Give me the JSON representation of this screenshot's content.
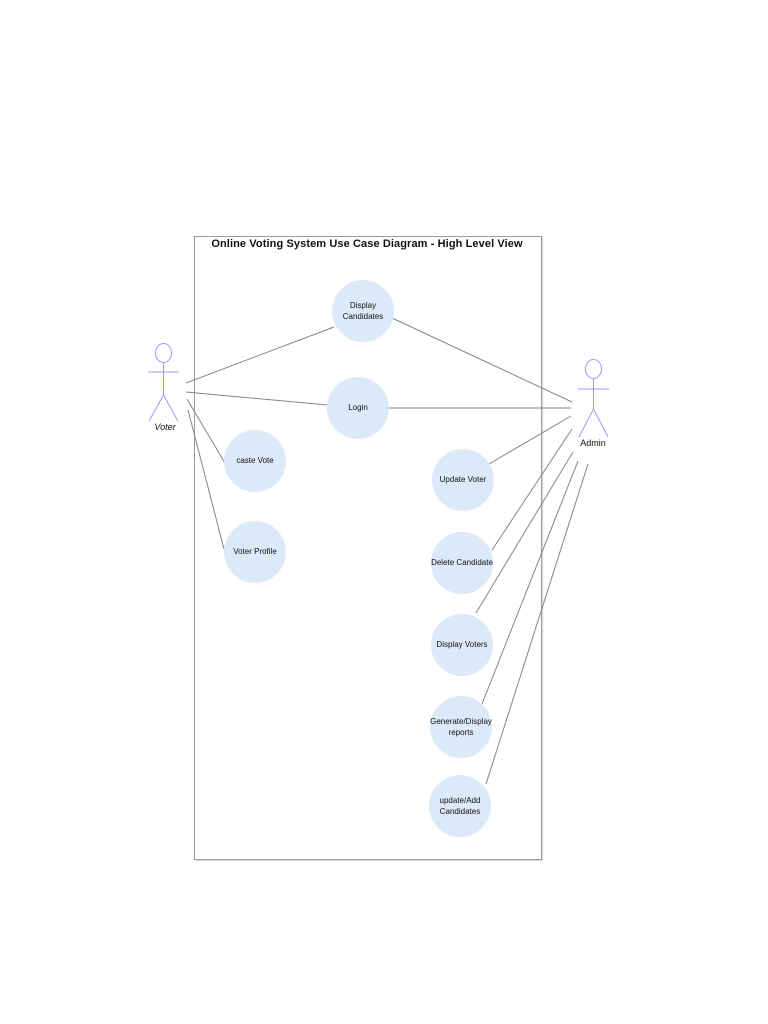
{
  "diagram": {
    "title": "Online Voting System Use Case Diagram - High Level View",
    "actors": [
      {
        "id": "voter",
        "name": "Voter"
      },
      {
        "id": "admin",
        "name": "Admin"
      }
    ],
    "use_cases": [
      {
        "id": "display-candidates",
        "label": "Display\nCandidates"
      },
      {
        "id": "login",
        "label": "Login"
      },
      {
        "id": "caste-vote",
        "label": "caste Vote"
      },
      {
        "id": "voter-profile",
        "label": "Voter Profile"
      },
      {
        "id": "update-voter",
        "label": "Update Voter"
      },
      {
        "id": "delete-candidate",
        "label": "Delete Candidate"
      },
      {
        "id": "display-voters",
        "label": "Display Voters"
      },
      {
        "id": "generate-display-reports",
        "label": "Generate/Display\nreports"
      },
      {
        "id": "update-add-candidates",
        "label": "update/Add\nCandidates"
      }
    ],
    "relations": [
      {
        "from": "Voter",
        "to": "Display Candidates"
      },
      {
        "from": "Voter",
        "to": "Login"
      },
      {
        "from": "Voter",
        "to": "caste Vote"
      },
      {
        "from": "Voter",
        "to": "Voter Profile"
      },
      {
        "from": "Admin",
        "to": "Display Candidates"
      },
      {
        "from": "Admin",
        "to": "Login"
      },
      {
        "from": "Admin",
        "to": "Update Voter"
      },
      {
        "from": "Admin",
        "to": "Delete Candidate"
      },
      {
        "from": "Admin",
        "to": "Display Voters"
      },
      {
        "from": "Admin",
        "to": "Generate/Display reports"
      },
      {
        "from": "Admin",
        "to": "update/Add Candidates"
      }
    ],
    "colors": {
      "use_case_fill": "#dce9f8",
      "actor_stroke": "#9a9aff",
      "connector": "#858585",
      "boundary_border": "#9c9c9c",
      "text": "#111111"
    }
  }
}
